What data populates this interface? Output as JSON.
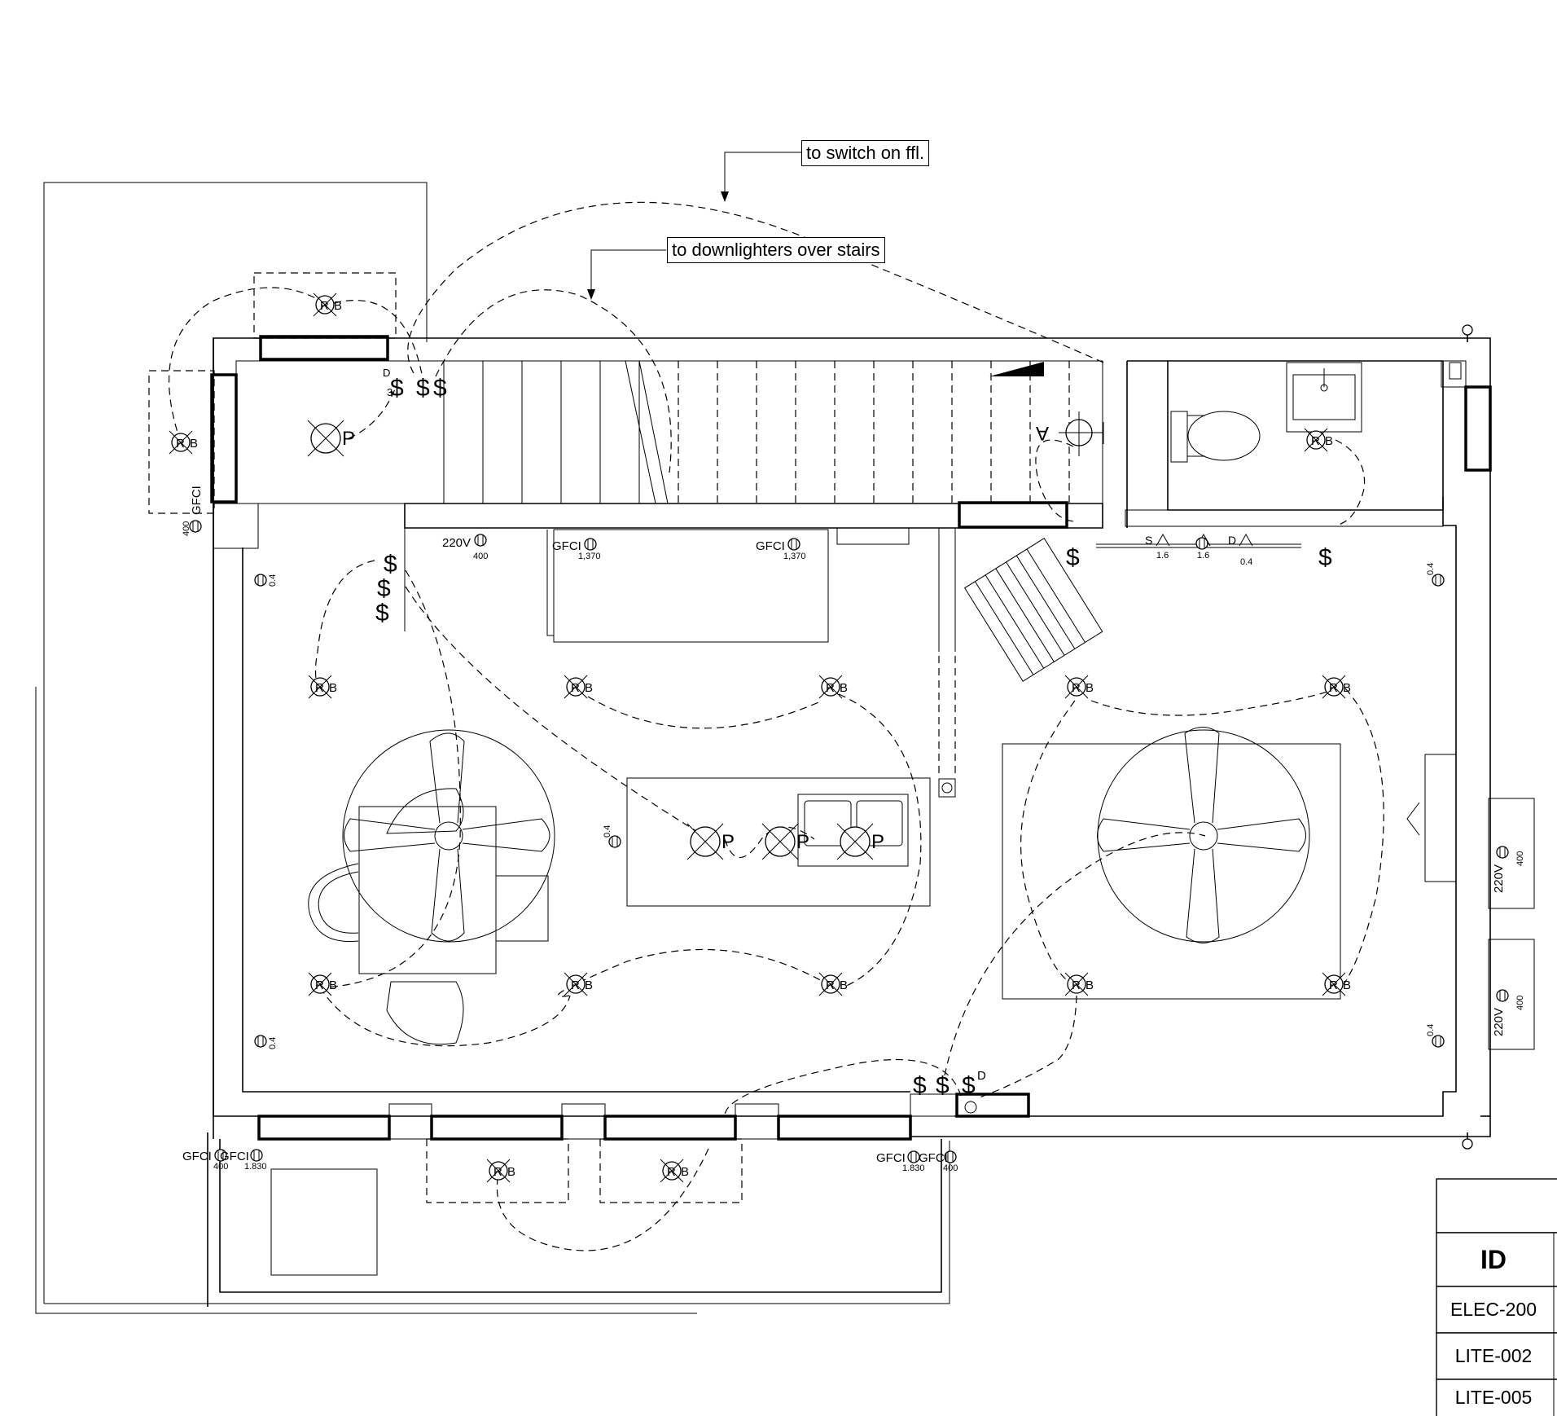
{
  "callouts": {
    "switch_ffl": "to switch on ffl.",
    "downlighters": "to downlighters over stairs"
  },
  "fixture_labels": {
    "recessed": "R",
    "recessed_suffix": "B",
    "pendant": "P"
  },
  "switch_symbol": "$",
  "receptacles": {
    "gfci": "GFCI",
    "v220": "220V",
    "h400": "400",
    "h1370": "1,370",
    "h1830": "1.830",
    "h04": "0.4",
    "h16": "1.6"
  },
  "switch_tags": {
    "d": "D",
    "three": "3",
    "s": "S",
    "a": "A"
  },
  "legend": {
    "header": "ID",
    "rows": [
      "ELEC-200",
      "LITE-002",
      "LITE-005"
    ]
  },
  "colors": {
    "ink": "#000000",
    "paper": "#ffffff"
  }
}
